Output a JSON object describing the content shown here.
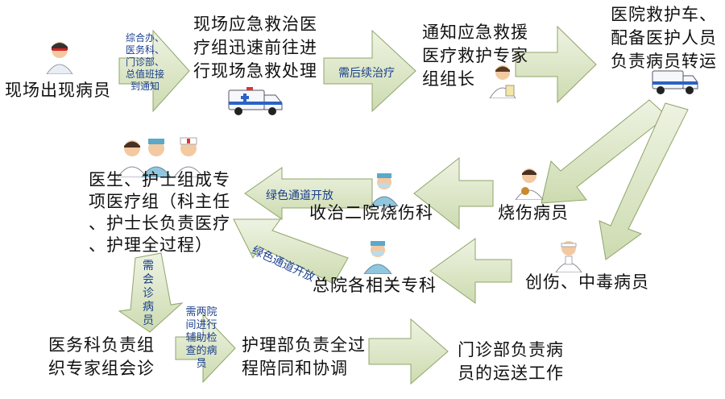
{
  "nodes": {
    "scene_patient": "现场出现病员",
    "onsite_team": "现场应急救治医\n疗组迅速前往进\n行现场急救处理",
    "notify_leader": "通知应急救援\n医疗救护专家\n组组长",
    "ambulance_transfer": "医院救护车、\n配备医护人员\n负责病员转运",
    "special_team": "医生、护士组成专\n项医疗组（科主任\n、护士长负责医疗\n、护理全过程）",
    "burn_dept": "收治二院烧伤科",
    "burn_patient": "烧伤病员",
    "related_depts": "总院各相关专科",
    "trauma_patient": "创伤、中毒病员",
    "consult": "医务科负责组\n织专家组会诊",
    "nursing": "护理部负责全过\n程陪同和协调",
    "outpatient": "门诊部负责病\n员的运送工作"
  },
  "labels": {
    "notify_offices": "综合办、\n医务科、\n门诊部、\n总值班接\n到通知",
    "continued_treatment": "需后续治疗",
    "green_channel_1": "绿色通道开放",
    "green_channel_2": "绿色通道开放",
    "need_consult": "需会诊病员",
    "need_assist": "需两院\n间进行\n辅助检\n查的病\n员"
  },
  "icons": [
    "patient-icon",
    "ambulance-icon",
    "doctor-icon",
    "medical-team-icon",
    "nurse-icon",
    "burn-patient-icon",
    "surgeon-icon",
    "injured-patient-icon"
  ],
  "colors": {
    "arrow_fill": "#d9e5c0",
    "arrow_stroke": "#8fa56a",
    "label_text": "#1a3f8c"
  }
}
